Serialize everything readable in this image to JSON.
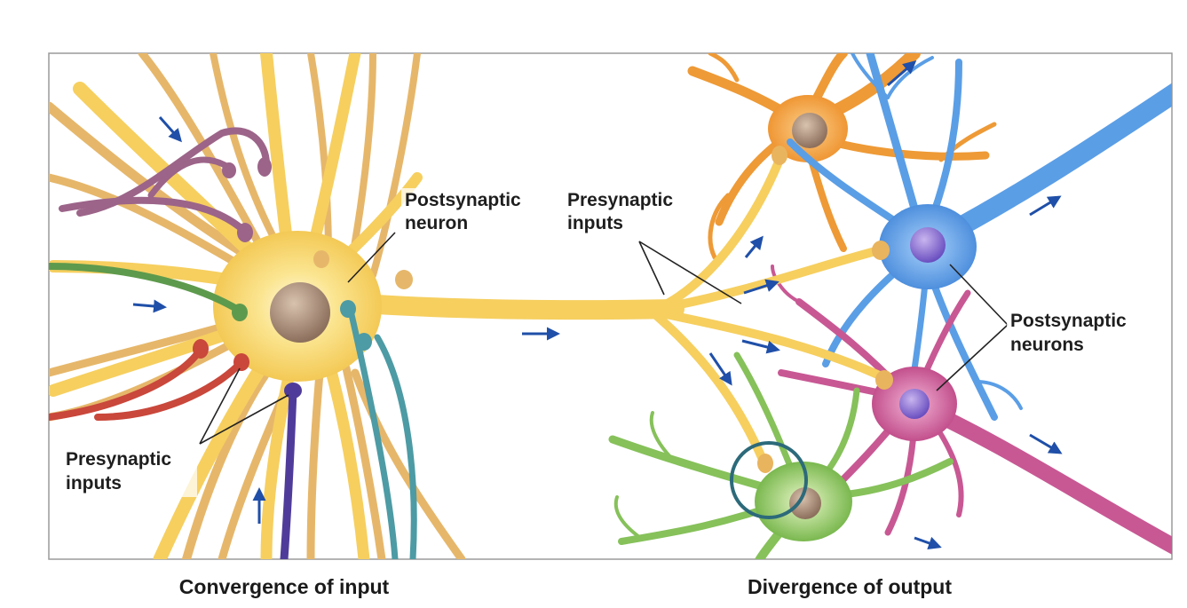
{
  "colors": {
    "background": "#ffffff",
    "frame": "#9a9a9a",
    "arrow": "#1f4fa8",
    "tan_axon": "#e6b76a",
    "yellow_neuron": "#f8d566",
    "yellow_glow": "#fff6c8",
    "nucleus": "#a88a74",
    "purple_input": "#9c6489",
    "green_input": "#5e9a4d",
    "red_input": "#c9473b",
    "violet_input": "#4f3c9a",
    "teal_input": "#4d9ba4",
    "orange_neuron": "#ef9d39",
    "blue_neuron": "#5a9ee6",
    "magenta_neuron": "#c85894",
    "green_neuron": "#86c15a",
    "highlight_circle": "#2c6a7a"
  },
  "left_panel": {
    "caption": "Convergence of input",
    "label_postsynaptic_line1": "Postsynaptic",
    "label_postsynaptic_line2": "neuron",
    "label_presynaptic_line1": "Presynaptic",
    "label_presynaptic_line2": "inputs"
  },
  "right_panel": {
    "caption": "Divergence of output",
    "label_presynaptic_line1": "Presynaptic",
    "label_presynaptic_line2": "inputs",
    "label_postsynaptic_line1": "Postsynaptic",
    "label_postsynaptic_line2": "neurons"
  },
  "icons": {
    "flow_arrow": "arrow-icon",
    "highlight": "highlight-circle-icon"
  }
}
